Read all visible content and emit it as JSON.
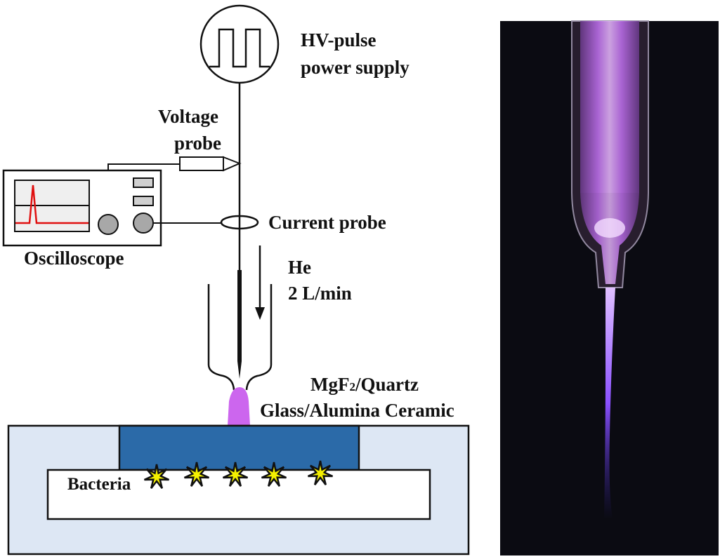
{
  "labels": {
    "power_supply_line1": "HV-pulse",
    "power_supply_line2": "power supply",
    "voltage_probe_line1": "Voltage",
    "voltage_probe_line2": "probe",
    "current_probe": "Current probe",
    "oscilloscope": "Oscilloscope",
    "gas_line1": "He",
    "gas_line2": "2 L/min",
    "dielectric_line1_pre": "MgF",
    "dielectric_line1_sub": "2",
    "dielectric_line1_post": "/Quartz",
    "dielectric_line2": "Glass/Alumina Ceramic",
    "bacteria": "Bacteria"
  },
  "colors": {
    "plasma": "#cc66ee",
    "dielectric": "#2b6aa8",
    "holder": "#dde7f4",
    "trace": "#e01010",
    "knob": "#a8a8a8",
    "bacteria_fill": "#f4f000",
    "photo_bg": "#0b0b12"
  }
}
